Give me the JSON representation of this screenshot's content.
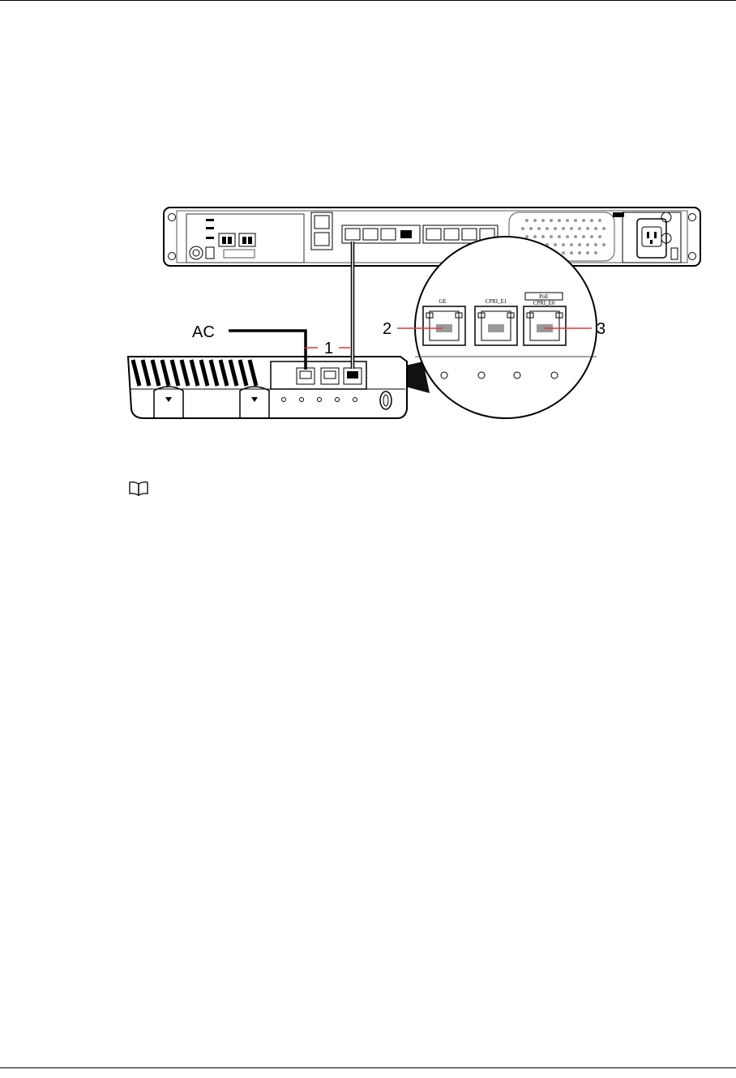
{
  "figure": {
    "callouts": [
      "AC",
      "1",
      "2",
      "3"
    ],
    "port_labels": [
      "GE",
      "CPRI_E1",
      "CPRI_E0"
    ],
    "port_label_top": "PoE"
  },
  "note": {
    "icon": "book-icon"
  },
  "colors": {
    "callout_line": "#e8323c"
  }
}
